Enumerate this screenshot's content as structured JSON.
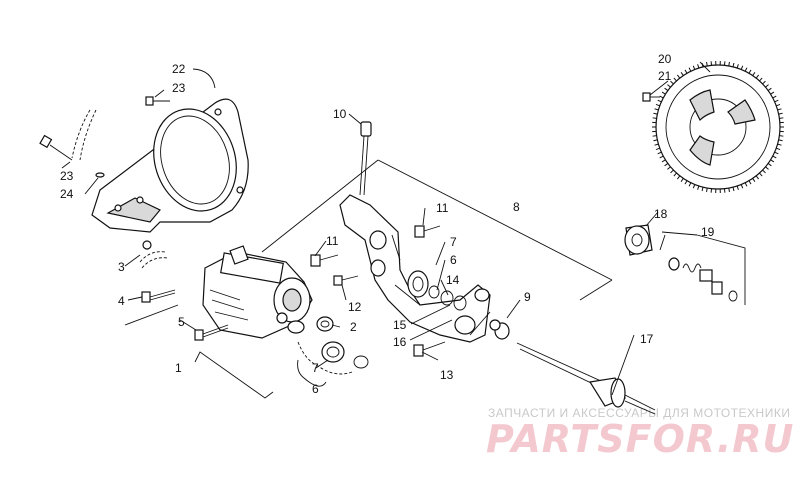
{
  "callouts": {
    "c1": "1",
    "c2": "2",
    "c3": "3",
    "c4": "4",
    "c5": "5",
    "c6a": "6",
    "c6b": "6",
    "c7a": "7",
    "c7b": "7",
    "c8": "8",
    "c9": "9",
    "c10": "10",
    "c11a": "11",
    "c11b": "11",
    "c12": "12",
    "c13": "13",
    "c14": "14",
    "c15": "15",
    "c16": "16",
    "c17": "17",
    "c18": "18",
    "c19": "19",
    "c20": "20",
    "c21": "21",
    "c22": "22",
    "c23a": "23",
    "c23b": "23",
    "c24": "24"
  },
  "watermark": {
    "tagline": "ЗАПЧАСТИ И АКСЕССУАРЫ ДЛЯ МОТОТЕХНИКИ",
    "brand": "PARTSFOR.RU"
  },
  "colors": {
    "line": "#111111",
    "watermark_brand": "#f3c9cf",
    "watermark_text": "#c9c9c9"
  }
}
